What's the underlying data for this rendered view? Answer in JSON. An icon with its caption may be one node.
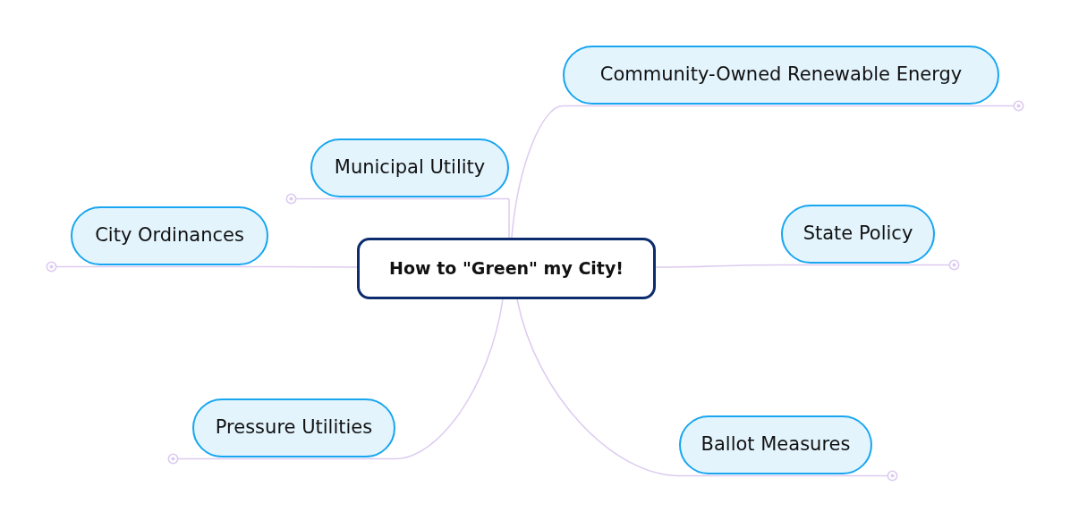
{
  "diagram": {
    "nodes": [
      {
        "text": [
          "How to \"Green\" my City!"
        ]
      },
      {
        "text": [
          "Community-Owned Renewable Energy"
        ]
      },
      {
        "text": [
          "Municipal Utility"
        ]
      },
      {
        "text": [
          "City Ordinances"
        ]
      },
      {
        "text": [
          "State Policy"
        ]
      },
      {
        "text": [
          "Pressure Utilities"
        ]
      },
      {
        "text": [
          "Ballot Measures"
        ]
      }
    ],
    "edges": [
      {
        "from": 0,
        "to": 1,
        "arrow": "none"
      },
      {
        "from": 0,
        "to": 2,
        "arrow": "none"
      },
      {
        "from": 0,
        "to": 3,
        "arrow": "none"
      },
      {
        "from": 0,
        "to": 4,
        "arrow": "none"
      },
      {
        "from": 0,
        "to": 5,
        "arrow": "none"
      },
      {
        "from": 0,
        "to": 6,
        "arrow": "none"
      }
    ]
  }
}
